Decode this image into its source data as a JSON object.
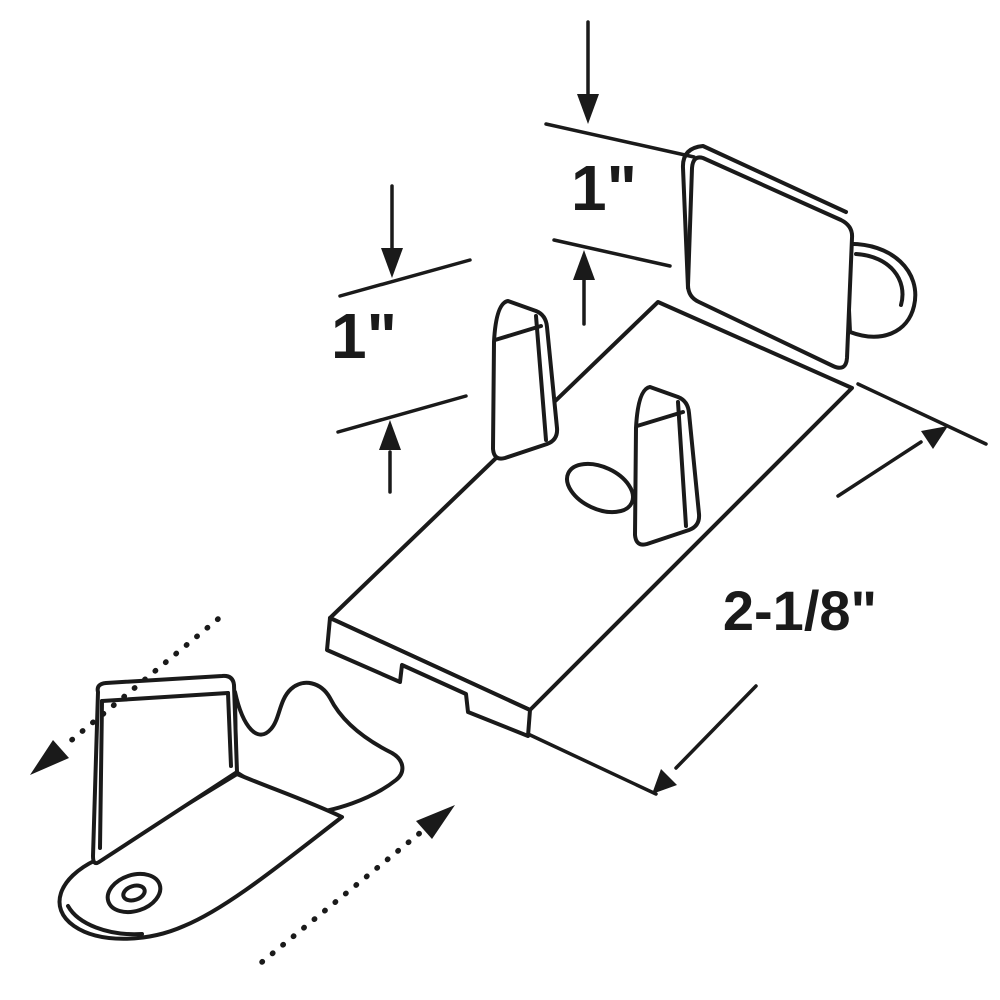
{
  "diagram": {
    "kind": "technical-dimension-drawing",
    "part_shown": "sliding-door-bottom-guide-and-floor-bracket",
    "labels": {
      "dim_top": "1\"",
      "dim_side": "1\"",
      "dim_length": "2-1/8\""
    },
    "annotations": {
      "top_height_arrows": [
        "arrow-down-icon",
        "arrow-up-icon"
      ],
      "side_height_arrows": [
        "arrow-down-icon",
        "arrow-up-icon"
      ],
      "length_arrows": [
        "arrow-up-right-icon",
        "arrow-down-left-icon"
      ],
      "motion_arrows": [
        "dotted-arrow-up-left-icon",
        "dotted-arrow-down-right-icon"
      ]
    },
    "colors": {
      "line": "#1a1a1a",
      "background": "#ffffff"
    }
  }
}
